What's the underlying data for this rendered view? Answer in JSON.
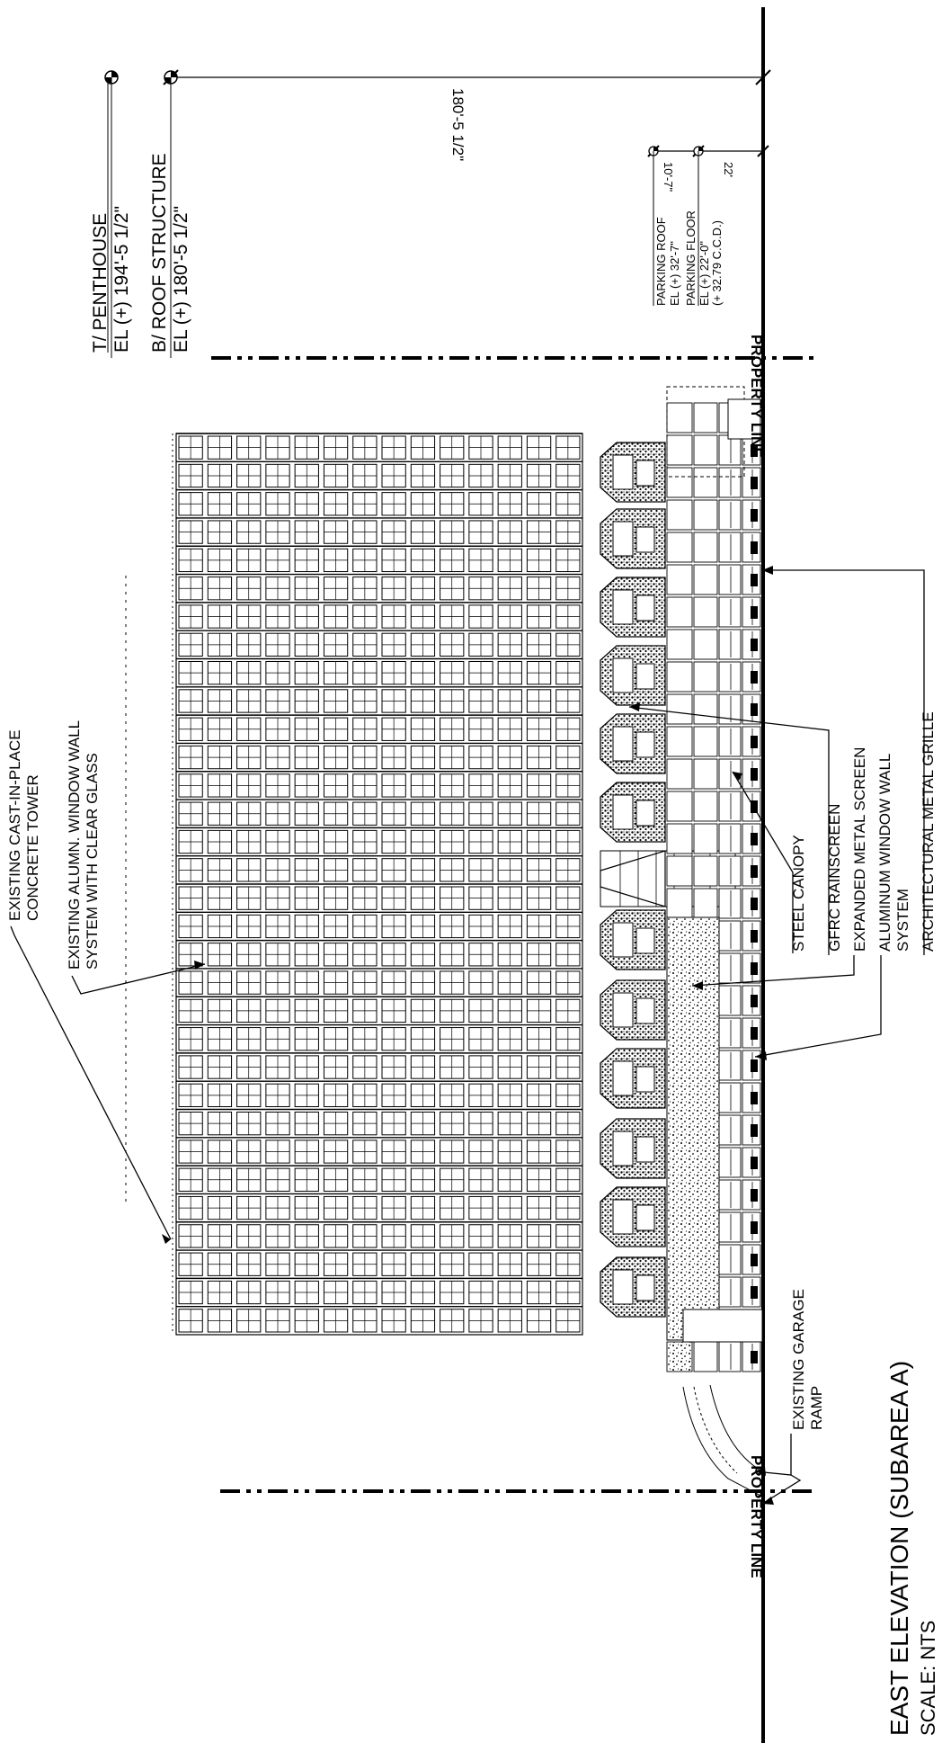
{
  "drawing": {
    "title": "EAST ELEVATION (SUBAREA A)",
    "scale": "SCALE: NTS"
  },
  "elevations": {
    "penthouse": {
      "name": "T/ PENTHOUSE",
      "value": "EL (+) 194'-5 1/2\""
    },
    "roof_structure": {
      "name": "B/ ROOF STRUCTURE",
      "value": "EL (+) 180'-5 1/2\""
    },
    "parking_roof": {
      "name": "PARKING ROOF",
      "value": "EL (+) 32'-7\""
    },
    "parking_floor": {
      "name": "PARKING FLOOR",
      "value": "EL (+) 22'-0\"",
      "note": "(+ 32.79 C.C.D.)"
    }
  },
  "dimensions": {
    "height_total": "180'-5 1/2\"",
    "dim_a": "10'-7\"",
    "dim_b": "22'"
  },
  "property_line": "PROPERTY LINE",
  "callouts": {
    "tower": [
      "EXISTING CAST-IN-PLACE",
      "CONCRETE TOWER"
    ],
    "window_wall": [
      "EXISTING ALUMN. WINDOW WALL",
      "SYSTEM WITH CLEAR GLASS"
    ],
    "garage_ramp": [
      "EXISTING GARAGE",
      "RAMP"
    ],
    "steel_canopy": "STEEL CANOPY",
    "gfrc": "GFRC RAINSCREEN",
    "metal_screen": "EXPANDED METAL SCREEN",
    "alum_window": [
      "ALUMINUM WINDOW WALL",
      "SYSTEM"
    ],
    "grille": "ARCHITECTURAL METAL GRILLE"
  }
}
